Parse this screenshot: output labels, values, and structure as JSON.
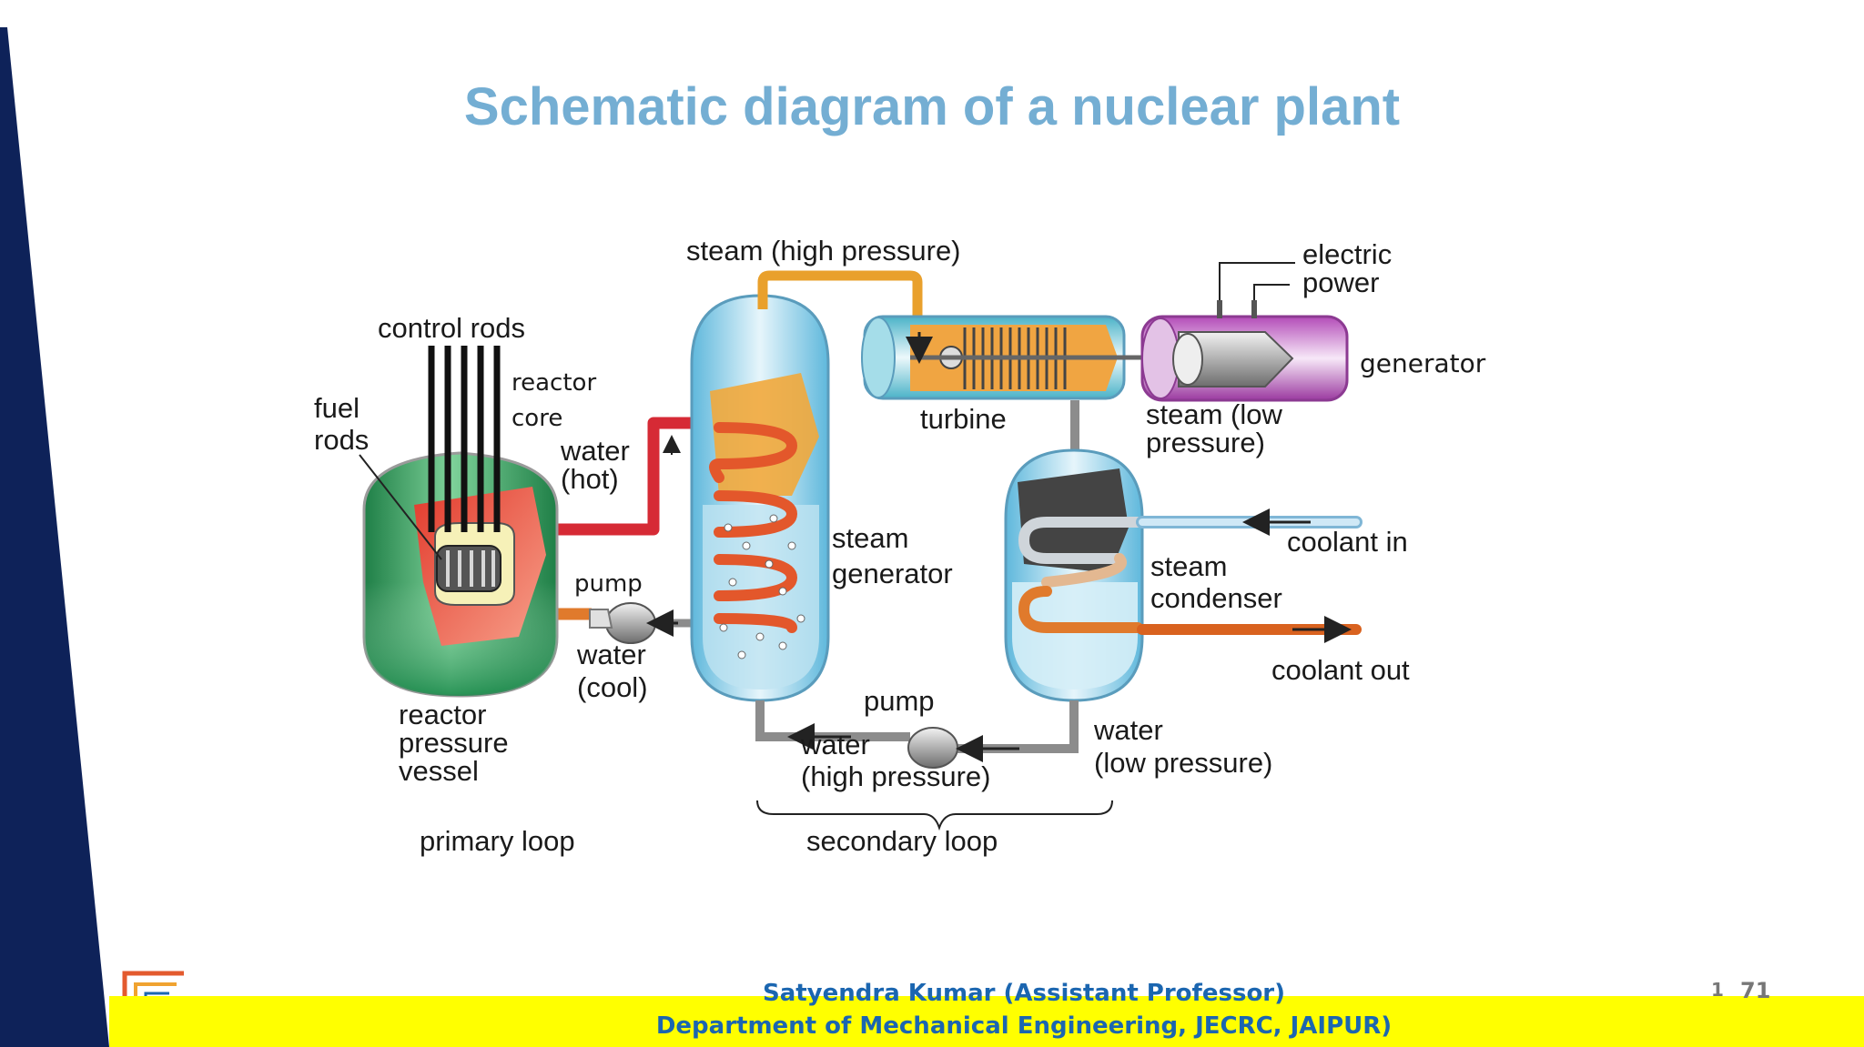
{
  "slide": {
    "title": "Schematic diagram of a nuclear plant",
    "page_number_prefix": "1",
    "page_number": "71"
  },
  "labels": {
    "steam_high_pressure": "steam (high pressure)",
    "electric_power_1": "electric",
    "electric_power_2": "power",
    "generator": "generator",
    "control_rods": "control rods",
    "reactor_core_1": "reactor",
    "reactor_core_2": "core",
    "fuel_rods_1": "fuel",
    "fuel_rods_2": "rods",
    "water_hot_1": "water",
    "water_hot_2": "(hot)",
    "turbine": "turbine",
    "steam_low_1": "steam (low",
    "steam_low_2": "pressure)",
    "steam_generator_1": "steam",
    "steam_generator_2": "generator",
    "coolant_in": "coolant in",
    "steam_condenser_1": "steam",
    "steam_condenser_2": "condenser",
    "pump_primary": "pump",
    "water_cool_1": "water",
    "water_cool_2": "(cool)",
    "coolant_out": "coolant out",
    "pump_secondary": "pump",
    "reactor_vessel_1": "reactor",
    "reactor_vessel_2": "pressure",
    "reactor_vessel_3": "vessel",
    "water_high_1": "water",
    "water_high_2": "(high pressure)",
    "water_low_1": "water",
    "water_low_2": "(low pressure)",
    "primary_loop": "primary loop",
    "secondary_loop": "secondary loop"
  },
  "footer": {
    "author": "Satyendra Kumar (Assistant Professor)",
    "department": "Department of Mechanical Engineering, JECRC, JAIPUR)"
  },
  "colors": {
    "title": "#74aed3",
    "footer_bar": "#ffff00",
    "footer_text": "#1b66b0",
    "side_band": "#0e2259",
    "hot_pipe": "#d62a35",
    "cool_pipe": "#e07a2c",
    "steam_pipe": "#e9a02c",
    "water_pipe": "#8c8c8c",
    "coolant_in_pipe": "#a9d4ee",
    "coolant_out_pipe": "#d9621f",
    "vessel_green": "#2f9e5c",
    "tank_blue": "#9fd3ea"
  }
}
